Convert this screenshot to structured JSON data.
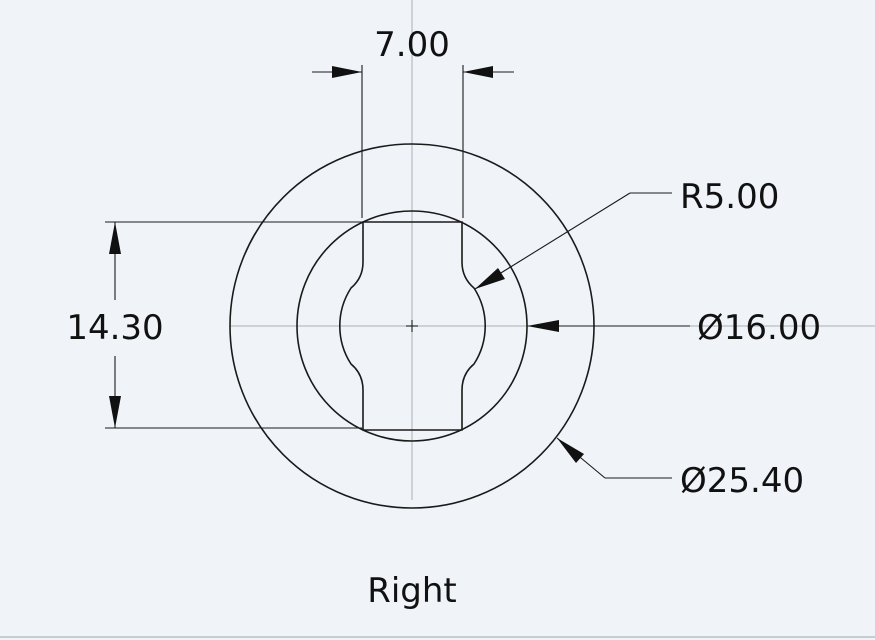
{
  "drawing": {
    "view_label": "Right",
    "dimensions": {
      "flat_width": "7.00",
      "flat_height": "14.30",
      "bore_radius": "R5.00",
      "inner_diameter": "Ø16.00",
      "outer_diameter": "Ø25.40"
    }
  },
  "colors": {
    "background": "#f0f4f9",
    "line": "#1a1a1a",
    "centerline": "#a9b0b8"
  }
}
